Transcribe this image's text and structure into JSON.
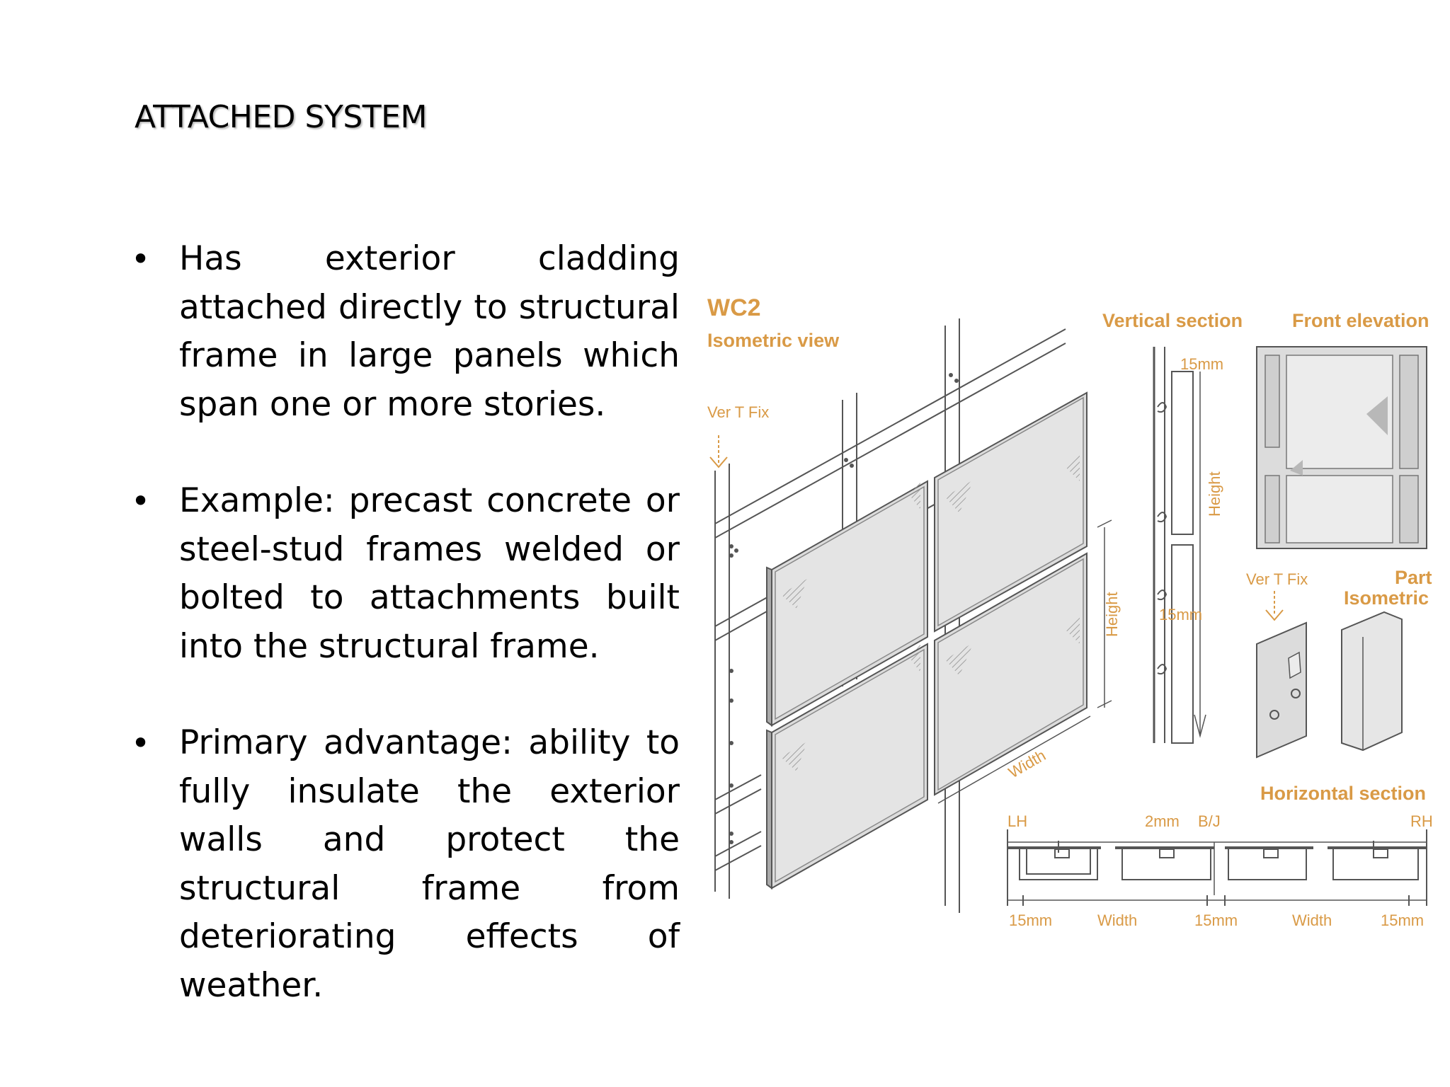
{
  "slide": {
    "title": "ATTACHED SYSTEM",
    "bullets": [
      {
        "marker": "•",
        "text": "Has exterior cladding attached directly to structural frame in large panels which span one or more stories."
      },
      {
        "marker": "•",
        "text": "Example: precast concrete or steel-stud frames welded or bolted to attachments built into the structural frame."
      },
      {
        "marker": "•",
        "text": "Primary advantage: ability to fully insulate the exterior walls and protect the structural frame from deteriorating effects of weather."
      }
    ]
  },
  "figure": {
    "code": "WC2",
    "iso_view_label": "Isometric view",
    "ver_t_fix_1": "Ver T Fix",
    "vertical_section_label": "Vertical section",
    "front_elevation_label": "Front elevation",
    "height_label_iso": "Height",
    "width_label_iso": "Width",
    "height_label_section": "Height",
    "dim_15mm_top": "15mm",
    "dim_15mm_mid": "15mm",
    "ver_t_fix_2": "Ver T Fix",
    "part_isometric_label_1": "Part",
    "part_isometric_label_2": "Isometric",
    "horizontal_section_label": "Horizontal section",
    "lh_label": "LH",
    "rh_label": "RH",
    "gap_2mm_label": "2mm",
    "bj_label": "B/J",
    "bottom_dims": [
      "15mm",
      "Width",
      "15mm",
      "Width",
      "15mm"
    ],
    "accent_color": "#d99a46",
    "line_color": "#555555",
    "panel_fill": "#dcdcdc"
  }
}
